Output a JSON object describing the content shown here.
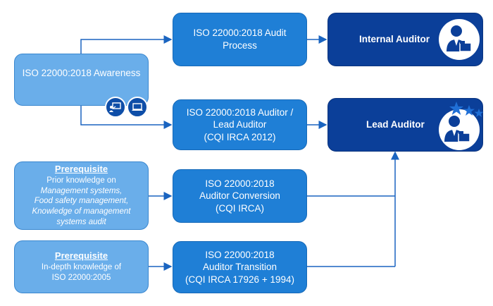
{
  "nodes": {
    "awareness": "ISO 22000:2018 Awareness",
    "audit_process": [
      "ISO 22000:2018 Audit",
      "Process"
    ],
    "auditor_lead": [
      "ISO 22000:2018 Auditor /",
      "Lead Auditor",
      "(CQI IRCA 2012)"
    ],
    "conversion": [
      "ISO 22000:2018",
      "Auditor Conversion",
      "(CQI IRCA)"
    ],
    "transition": [
      "ISO 22000:2018",
      "Auditor Transition",
      "(CQI IRCA 17926 + 1994)"
    ],
    "internal_auditor": "Internal Auditor",
    "lead_auditor": "Lead Auditor"
  },
  "prerequisites": [
    {
      "title": "Prerequisite",
      "lines": [
        "Prior knowledge on",
        "Management systems,",
        "Food safety management,",
        "Knowledge of management",
        "systems audit"
      ]
    },
    {
      "title": "Prerequisite",
      "lines": [
        "In-depth knowledge of",
        "ISO 22000:2005"
      ]
    }
  ],
  "icons": {
    "internal": "auditor-person-icon",
    "lead": "lead-auditor-person-stars-icon",
    "awareness": [
      "classroom-training-icon",
      "laptop-elearning-icon"
    ]
  },
  "colors": {
    "light": "#6aaeea",
    "mid": "#1f7fd6",
    "dark": "#0b3f99",
    "line": "#1a64c0"
  }
}
